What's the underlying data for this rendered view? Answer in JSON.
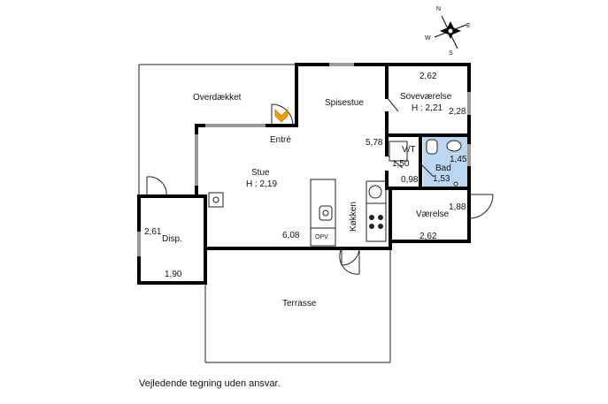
{
  "compass": {
    "n": "N",
    "s": "S",
    "e": "E",
    "w": "W"
  },
  "rooms": {
    "overdaekket": "Overdækket",
    "spisestue": "Spisestue",
    "sovevaerelse": "Soveværelse",
    "sovevaerelse_h": "H : 2,21",
    "entre": "Entré",
    "stue": "Stue",
    "stue_h": "H : 2,19",
    "vt": "V/T",
    "bad": "Bad",
    "disp": "Disp.",
    "koekken": "Køkken",
    "vaerelse": "Værelse",
    "terrasse": "Terrasse",
    "opv": "OPV"
  },
  "dimensions": {
    "d_2_62_top": "2,62",
    "d_2_28": "2,28",
    "d_5_78": "5,78",
    "d_1_45": "1,45",
    "d_1_50": "1,50",
    "d_1_53": "1,53",
    "d_0_98": "0,98",
    "d_1_88": "1,88",
    "d_2_61": "2,61",
    "d_6_08": "6,08",
    "d_2_62_bottom": "2,62",
    "d_1_90": "1,90"
  },
  "colors": {
    "wall": "#000000",
    "window": "#999999",
    "bath": "#bcd7f2",
    "entry_arrow": "#f0a000"
  },
  "footer": {
    "disclaimer": "Vejledende tegning uden ansvar."
  }
}
